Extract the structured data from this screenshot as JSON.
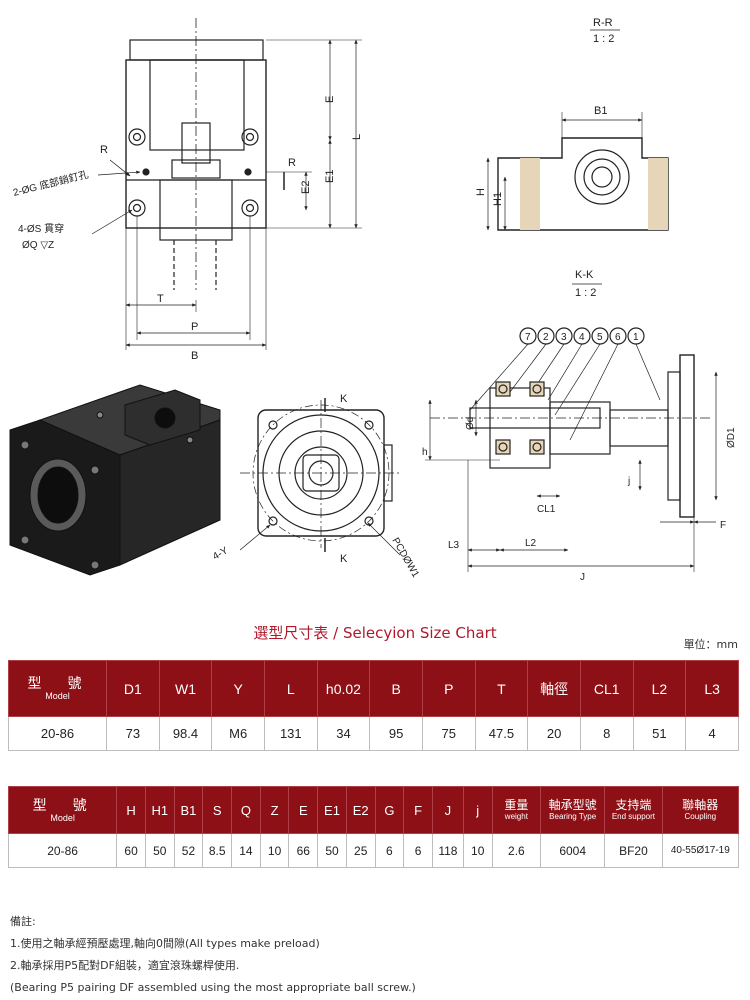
{
  "drawings": {
    "section_rr": {
      "title": "R-R",
      "scale": "1 : 2"
    },
    "section_kk": {
      "title": "K-K",
      "scale": "1 : 2"
    },
    "front_labels": [
      "E",
      "L",
      "E1",
      "E2",
      "R",
      "R",
      "T",
      "P",
      "B"
    ],
    "front_callouts": {
      "pin_hole": "2-ØG 底部銷釘孔",
      "thru_hole": "4-ØS 貫穿",
      "counterbore": "ØQ ▽Z"
    },
    "rr_labels": [
      "B1",
      "H",
      "H1"
    ],
    "side_labels": [
      "K",
      "K",
      "4-Y",
      "PCDØW1"
    ],
    "kk_labels": [
      "Ød",
      "ØD1",
      "h",
      "j",
      "CL1",
      "L3",
      "L2",
      "J",
      "F"
    ],
    "kk_balloons": [
      "7",
      "2",
      "3",
      "4",
      "5",
      "6",
      "1"
    ]
  },
  "chart": {
    "title": "選型尺寸表 / Selecyion Size Chart",
    "unit": "單位：mm"
  },
  "table1": {
    "model_zh": "型　號",
    "model_en": "Model",
    "headers": [
      "D1",
      "W1",
      "Y",
      "L",
      "h0.02",
      "B",
      "P",
      "T",
      "軸徑",
      "CL1",
      "L2",
      "L3"
    ],
    "rows": [
      [
        "20-86",
        "73",
        "98.4",
        "M6",
        "131",
        "34",
        "95",
        "75",
        "47.5",
        "20",
        "8",
        "51",
        "4"
      ]
    ]
  },
  "table2": {
    "model_zh": "型　號",
    "model_en": "Model",
    "headers_simple": [
      "H",
      "H1",
      "B1",
      "S",
      "Q",
      "Z",
      "E",
      "E1",
      "E2",
      "G",
      "F",
      "J",
      "j"
    ],
    "headers_bilingual": [
      {
        "zh": "重量",
        "en": "weight"
      },
      {
        "zh": "軸承型號",
        "en": "Bearing Type"
      },
      {
        "zh": "支持端",
        "en": "End support"
      },
      {
        "zh": "聯軸器",
        "en": "Coupling"
      }
    ],
    "rows": [
      [
        "20-86",
        "60",
        "50",
        "52",
        "8.5",
        "14",
        "10",
        "66",
        "50",
        "25",
        "6",
        "6",
        "118",
        "10",
        "2.6",
        "6004",
        "BF20",
        "40-55Ø17-19"
      ]
    ]
  },
  "notes": [
    "備註:",
    "1.使用之軸承經預壓處理,軸向0間隙(All types make preload)",
    "2.軸承採用P5配對DF組裝，適宜滾珠螺桿使用.",
    "(Bearing P5 pairing DF assembled using the most appropriate ball screw.)"
  ]
}
